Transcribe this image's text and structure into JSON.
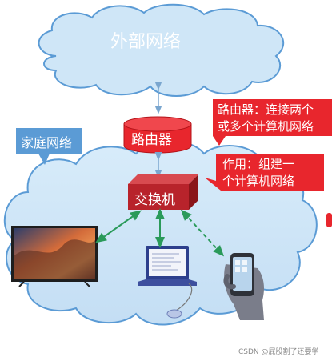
{
  "external_network": {
    "label": "外部网络"
  },
  "home_network": {
    "label": "家庭网络"
  },
  "router": {
    "label": "路由器",
    "callout_lines": [
      "路由器：连接两个",
      "或多个计算机网络"
    ]
  },
  "switch": {
    "label": "交换机",
    "callout_lines": [
      "作用：组建一",
      "个计算机网络"
    ]
  },
  "watermark": "CSDN @屁股割了还要学",
  "colors": {
    "cloud_fill": "#cfe6f7",
    "cloud_stroke": "#5b9bd5",
    "box_blue": "#5b9bd5",
    "red": "#e8262d",
    "dark_red": "#b4141a",
    "green_arrow": "#2a9a5a",
    "switch_front": "#b8232b",
    "switch_top": "#d84a50",
    "switch_side": "#8a1519"
  },
  "icons": [
    "tv-icon",
    "laptop-icon",
    "phone-icon",
    "mouse-icon"
  ]
}
